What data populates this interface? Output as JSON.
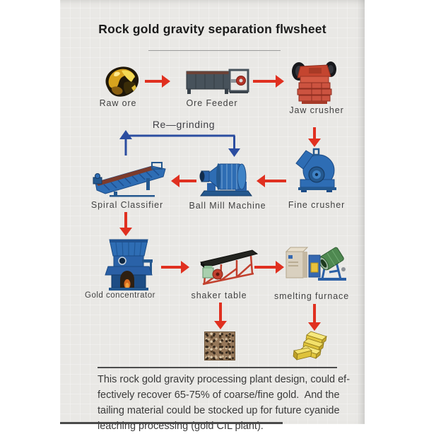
{
  "title": "Rock gold gravity separation flwsheet",
  "flowchart": {
    "regrinding_label": "Re—grinding",
    "nodes": {
      "raw_ore": {
        "label": "Raw ore",
        "depicts": "gold-ore-rock"
      },
      "ore_feeder": {
        "label": "Ore Feeder",
        "depicts": "vibrating-feeder-machine"
      },
      "jaw_crusher": {
        "label": "Jaw crusher",
        "depicts": "red-jaw-crusher-machine"
      },
      "fine_crusher": {
        "label": "Fine crusher",
        "depicts": "blue-hammer-crusher-machine"
      },
      "ball_mill": {
        "label": "Ball Mill Machine",
        "depicts": "blue-ball-mill-machine"
      },
      "spiral_classifier": {
        "label": "Spiral Classifier",
        "depicts": "blue-spiral-classifier-machine"
      },
      "gold_concentrator": {
        "label": "Gold concentrator",
        "depicts": "blue-centrifugal-concentrator"
      },
      "shaker_table": {
        "label": "shaker table",
        "depicts": "shaking-table-machine"
      },
      "smelting_furnace": {
        "label": "smelting furnace",
        "depicts": "rotary-smelting-furnace"
      },
      "tailing_material": {
        "label": "",
        "depicts": "tailing-material-sample"
      },
      "gold_bars": {
        "label": "",
        "depicts": "gold-ingots"
      }
    },
    "edges": [
      {
        "from": "raw_ore",
        "to": "ore_feeder",
        "color": "red"
      },
      {
        "from": "ore_feeder",
        "to": "jaw_crusher",
        "color": "red"
      },
      {
        "from": "jaw_crusher",
        "to": "fine_crusher",
        "color": "red"
      },
      {
        "from": "fine_crusher",
        "to": "ball_mill",
        "color": "red"
      },
      {
        "from": "ball_mill",
        "to": "spiral_classifier",
        "color": "red"
      },
      {
        "from": "spiral_classifier",
        "to": "ball_mill",
        "color": "blue",
        "label": "Re—grinding"
      },
      {
        "from": "spiral_classifier",
        "to": "gold_concentrator",
        "color": "red"
      },
      {
        "from": "gold_concentrator",
        "to": "shaker_table",
        "color": "red"
      },
      {
        "from": "shaker_table",
        "to": "smelting_furnace",
        "color": "red"
      },
      {
        "from": "shaker_table",
        "to": "tailing_material",
        "color": "red"
      },
      {
        "from": "smelting_furnace",
        "to": "gold_bars",
        "color": "red"
      }
    ]
  },
  "footer": {
    "lines": [
      "This rock gold gravity processing plant design, could ef-",
      "fectively recover 65-75% of coarse/fine gold.  And the",
      "tailing material could be stocked up for future cyanide",
      "leaching processing (gold CIL plant)."
    ]
  },
  "colors": {
    "background": "#e9e8e5",
    "page_white": "#ffffff",
    "arrow_red": "#e03020",
    "regrind_blue": "#2b4da0",
    "machine_blue": "#2e6db4",
    "title_text": "#1a1a1a",
    "label_text": "#414141",
    "footer_text": "#3a3a3a"
  }
}
